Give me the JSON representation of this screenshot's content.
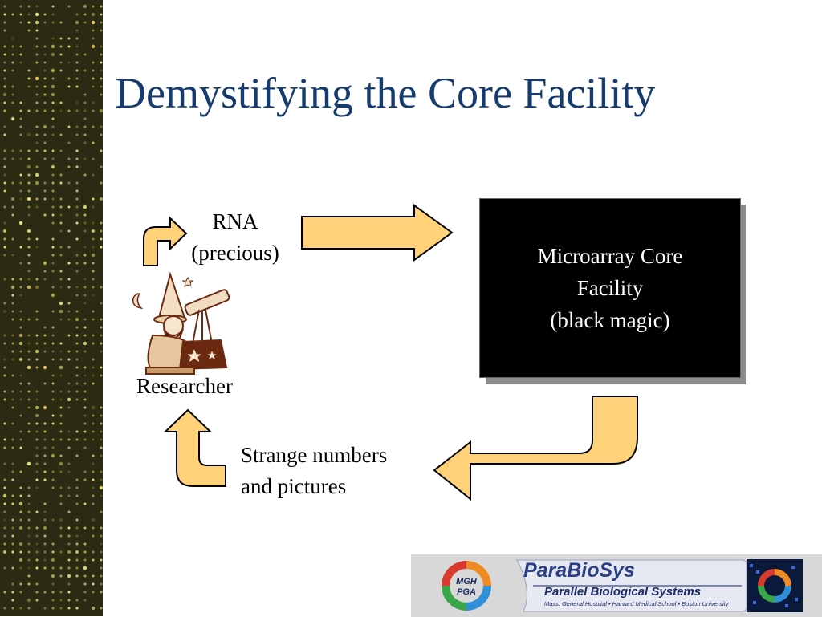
{
  "slide": {
    "title": "Demystifying the Core Facility",
    "background_color": "#ffffff",
    "sidebar_color": "#2b2a12",
    "title_color": "#163b6e",
    "arrow_fill": "#ffd27a"
  },
  "diagram": {
    "input_label": "RNA\n(precious)",
    "researcher_label": "Researcher",
    "researcher_icon": "wizard-with-telescope-icon",
    "core_box": "Microarray Core\nFacility\n(black magic)",
    "output_label": "Strange numbers\nand pictures"
  },
  "footer": {
    "pga_logo": "MGH\nPGA",
    "brand": "ParaBioSys",
    "subtitle": "Parallel Biological Systems",
    "institutions": "Mass. General Hospital • Harvard Medical School • Boston University",
    "array_icon": "microarray-logo-icon"
  }
}
